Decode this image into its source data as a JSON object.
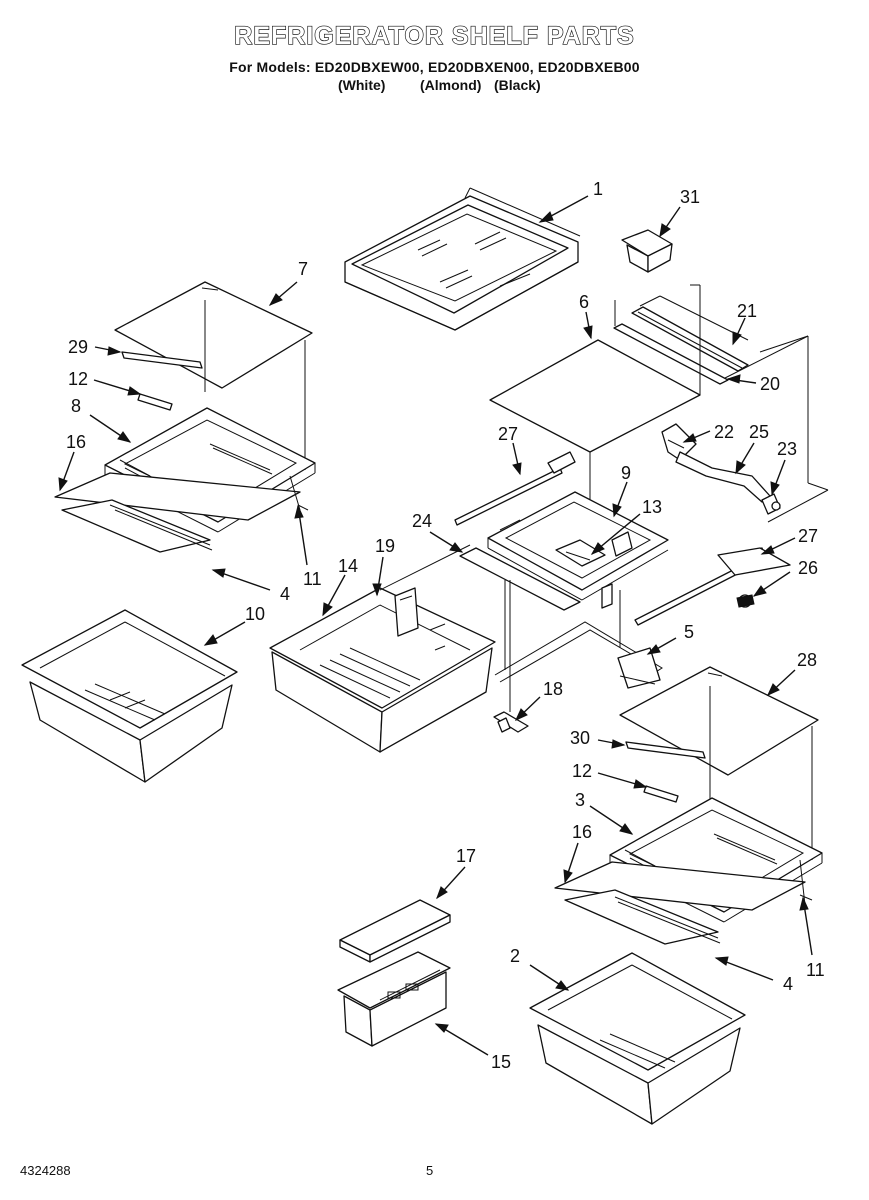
{
  "header": {
    "title": "REFRIGERATOR SHELF PARTS",
    "models": "For Models: ED20DBXEW00, ED20DBXEN00, ED20DBXEB00",
    "colors": [
      "(White)",
      "(Almond)",
      "(Black)"
    ]
  },
  "footer": {
    "doc_number": "4324288",
    "page_number": "5"
  },
  "callouts": [
    "1",
    "2",
    "3",
    "4",
    "4",
    "5",
    "6",
    "7",
    "8",
    "9",
    "10",
    "11",
    "11",
    "12",
    "12",
    "13",
    "14",
    "15",
    "16",
    "16",
    "17",
    "18",
    "19",
    "20",
    "21",
    "22",
    "23",
    "24",
    "25",
    "26",
    "27",
    "27",
    "28",
    "29",
    "30",
    "31"
  ]
}
